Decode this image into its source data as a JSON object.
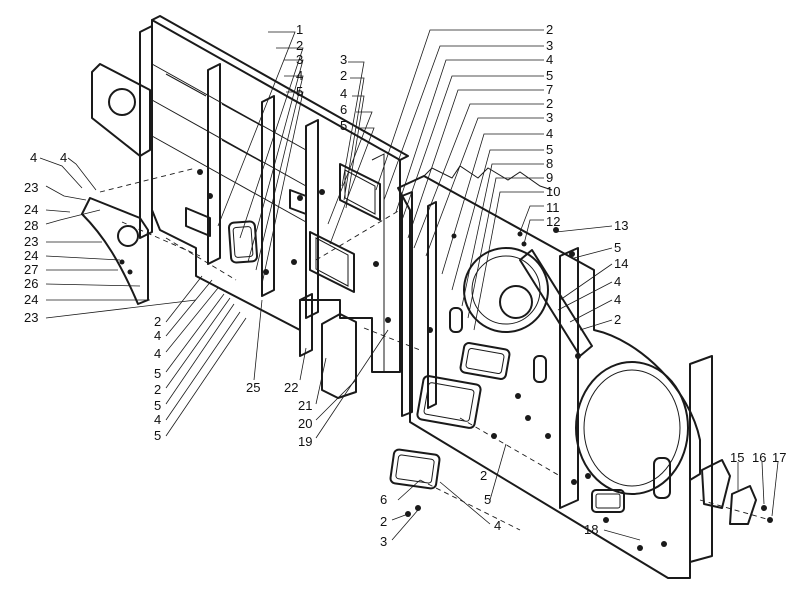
{
  "diagram": {
    "callouts": [
      {
        "id": "c1",
        "text": "1"
      },
      {
        "id": "c2",
        "text": "2"
      },
      {
        "id": "c3",
        "text": "3"
      },
      {
        "id": "c4",
        "text": "4"
      },
      {
        "id": "c5",
        "text": "5"
      },
      {
        "id": "c6",
        "text": "2"
      },
      {
        "id": "c7",
        "text": "3"
      },
      {
        "id": "c8",
        "text": "4"
      },
      {
        "id": "c9",
        "text": "5"
      },
      {
        "id": "c10",
        "text": "7"
      },
      {
        "id": "c11",
        "text": "2"
      },
      {
        "id": "c12",
        "text": "3"
      },
      {
        "id": "c13",
        "text": "4"
      },
      {
        "id": "c14",
        "text": "5"
      },
      {
        "id": "c15",
        "text": "8"
      },
      {
        "id": "c16",
        "text": "9"
      },
      {
        "id": "c17",
        "text": "10"
      },
      {
        "id": "c18",
        "text": "11"
      },
      {
        "id": "c19",
        "text": "12"
      },
      {
        "id": "c20",
        "text": "13"
      },
      {
        "id": "c21",
        "text": "5"
      },
      {
        "id": "c22",
        "text": "14"
      },
      {
        "id": "c23",
        "text": "4"
      },
      {
        "id": "c24",
        "text": "4"
      },
      {
        "id": "c25",
        "text": "2"
      },
      {
        "id": "c26",
        "text": "3"
      },
      {
        "id": "c27",
        "text": "2"
      },
      {
        "id": "c28",
        "text": "4"
      },
      {
        "id": "c29",
        "text": "6"
      },
      {
        "id": "c30",
        "text": "5"
      },
      {
        "id": "c31",
        "text": "4"
      },
      {
        "id": "c32",
        "text": "4"
      },
      {
        "id": "c33",
        "text": "23"
      },
      {
        "id": "c34",
        "text": "24"
      },
      {
        "id": "c35",
        "text": "28"
      },
      {
        "id": "c36",
        "text": "23"
      },
      {
        "id": "c37",
        "text": "24"
      },
      {
        "id": "c38",
        "text": "27"
      },
      {
        "id": "c39",
        "text": "26"
      },
      {
        "id": "c40",
        "text": "24"
      },
      {
        "id": "c41",
        "text": "23"
      },
      {
        "id": "c42",
        "text": "2"
      },
      {
        "id": "c43",
        "text": "4"
      },
      {
        "id": "c44",
        "text": "4"
      },
      {
        "id": "c45",
        "text": "5"
      },
      {
        "id": "c46",
        "text": "2"
      },
      {
        "id": "c47",
        "text": "5"
      },
      {
        "id": "c48",
        "text": "4"
      },
      {
        "id": "c49",
        "text": "5"
      },
      {
        "id": "c50",
        "text": "25"
      },
      {
        "id": "c51",
        "text": "22"
      },
      {
        "id": "c52",
        "text": "21"
      },
      {
        "id": "c53",
        "text": "20"
      },
      {
        "id": "c54",
        "text": "19"
      },
      {
        "id": "c55",
        "text": "2"
      },
      {
        "id": "c56",
        "text": "5"
      },
      {
        "id": "c57",
        "text": "6"
      },
      {
        "id": "c58",
        "text": "2"
      },
      {
        "id": "c59",
        "text": "3"
      },
      {
        "id": "c60",
        "text": "4"
      },
      {
        "id": "c61",
        "text": "18"
      },
      {
        "id": "c62",
        "text": "15"
      },
      {
        "id": "c63",
        "text": "16"
      },
      {
        "id": "c64",
        "text": "17"
      }
    ]
  }
}
